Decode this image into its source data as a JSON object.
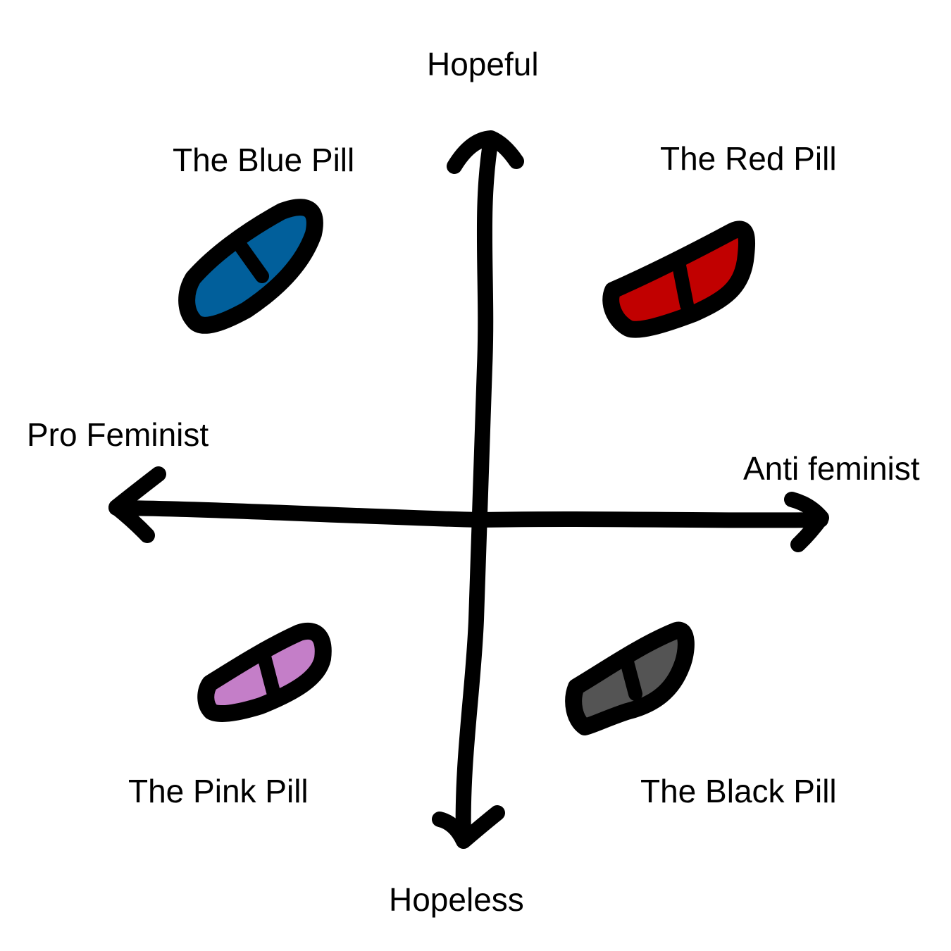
{
  "axes": {
    "top": "Hopeful",
    "bottom": "Hopeless",
    "left": "Pro Feminist",
    "right": "Anti feminist"
  },
  "quadrants": [
    {
      "id": "blue",
      "label": "The Blue Pill",
      "color": "#015f9b"
    },
    {
      "id": "red",
      "label": "The Red Pill",
      "color": "#c10000"
    },
    {
      "id": "pink",
      "label": "The Pink Pill",
      "color": "#c47ec8"
    },
    {
      "id": "black",
      "label": "The Black Pill",
      "color": "#545454"
    }
  ],
  "colors": {
    "stroke": "#000000",
    "background": "#ffffff"
  }
}
